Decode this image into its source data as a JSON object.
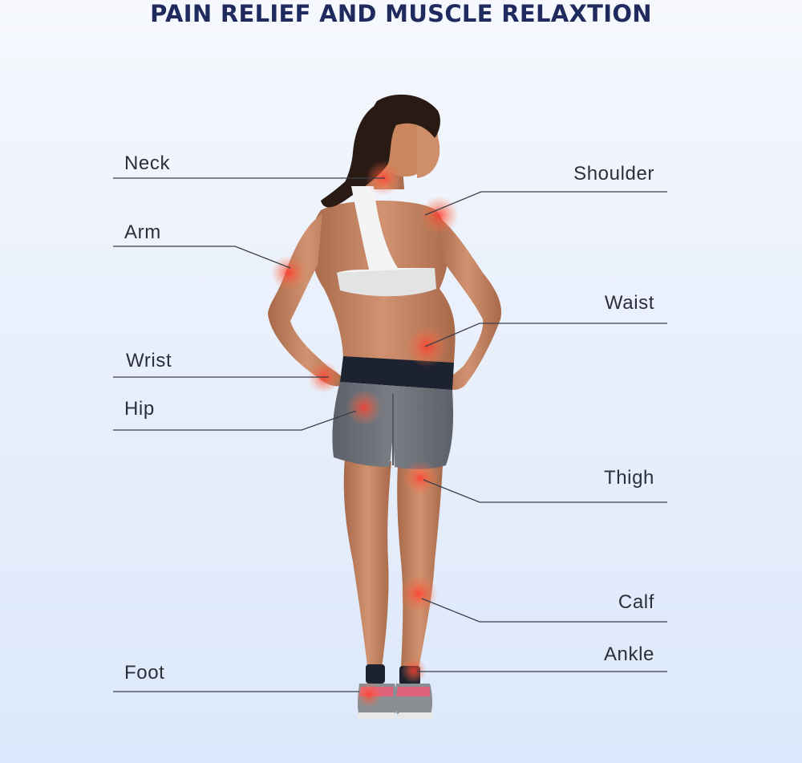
{
  "title": "PAIN RELIEF AND MUSCLE RELAXTION",
  "labels": {
    "neck": "Neck",
    "shoulder": "Shoulder",
    "arm": "Arm",
    "waist": "Waist",
    "wrist": "Wrist",
    "hip": "Hip",
    "thigh": "Thigh",
    "calf": "Calf",
    "ankle": "Ankle",
    "foot": "Foot"
  },
  "colors": {
    "title": "#1f2b5e",
    "label_text": "#2b2f3a",
    "leader_line": "#3a3f4a",
    "pain_point": "#ff3b2f",
    "skin": "#c9865f",
    "top": "#f4f4f4",
    "shorts": "#6b6e75",
    "waistband": "#1d2230",
    "hair": "#2a1a14",
    "shoe": "#8a8d92",
    "shoe_accent": "#e0627a"
  }
}
